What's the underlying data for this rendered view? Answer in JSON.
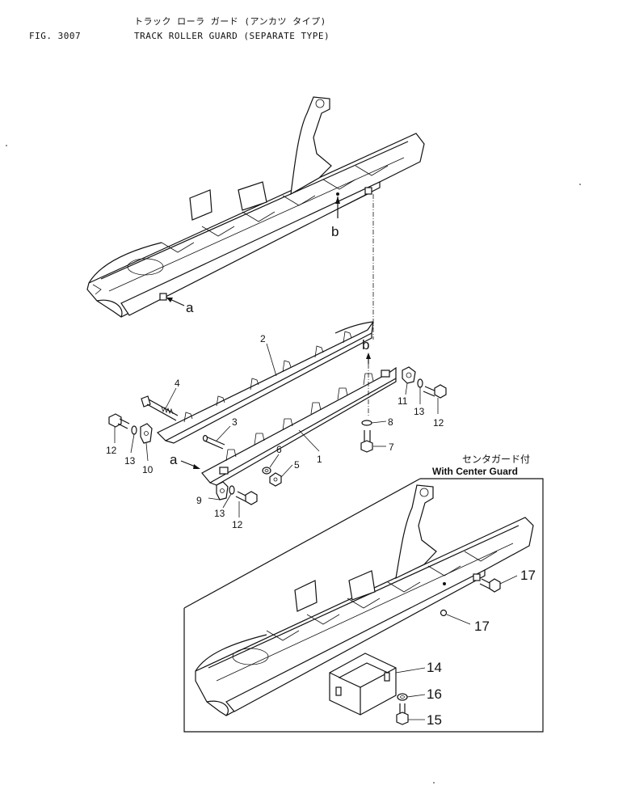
{
  "header": {
    "fig_label": "FIG. 3007",
    "title_japanese": "トラック ローラ ガード (アンカツ タイプ)",
    "title_english": "TRACK ROLLER GUARD (SEPARATE TYPE)"
  },
  "inset": {
    "title_japanese": "センタガード付",
    "title_english": "With Center Guard"
  },
  "callouts": {
    "p1": "1",
    "p2": "2",
    "p3": "3",
    "p4": "4",
    "p5": "5",
    "p6": "6",
    "p7": "7",
    "p8": "8",
    "p9": "9",
    "p10": "10",
    "p11": "11",
    "p12a": "12",
    "p12b": "12",
    "p12c": "12",
    "p13a": "13",
    "p13b": "13",
    "p13c": "13",
    "p14": "14",
    "p15": "15",
    "p16": "16",
    "p17a": "17",
    "p17b": "17"
  },
  "markers": {
    "a_frame": "a",
    "a_guard": "a",
    "b_frame": "b",
    "b_bolt": "b"
  }
}
